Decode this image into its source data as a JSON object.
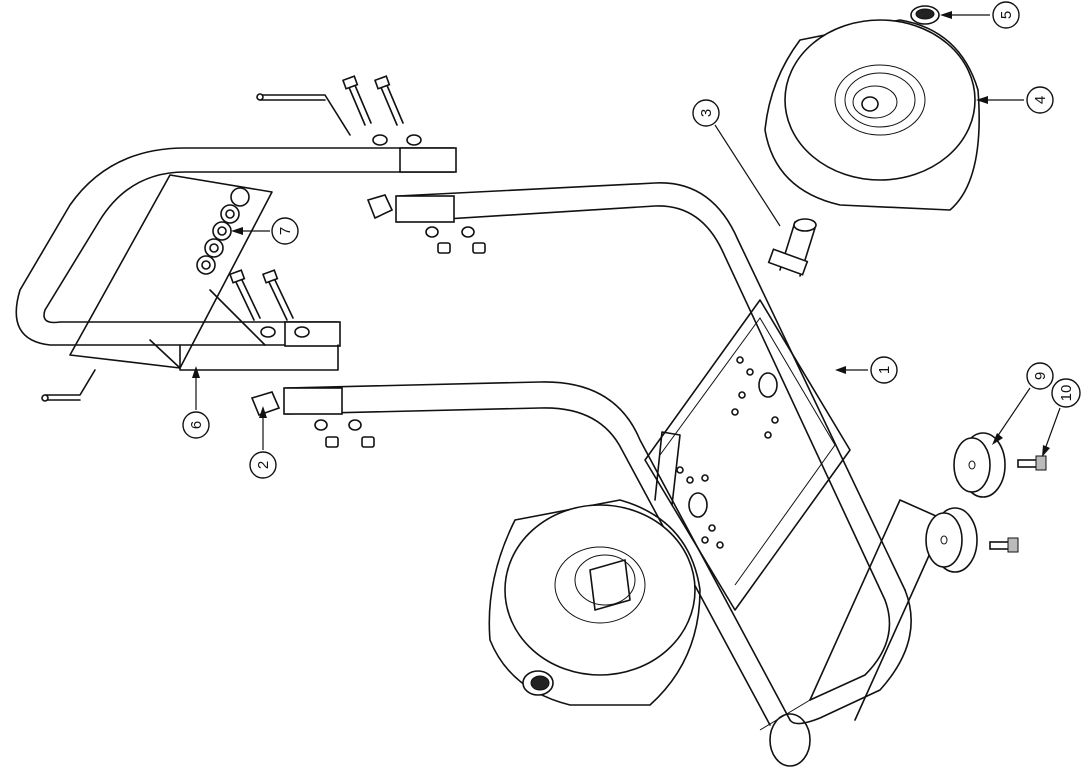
{
  "callouts": [
    {
      "label": "1",
      "part": "frame"
    },
    {
      "label": "2",
      "part": "tube-end-cap"
    },
    {
      "label": "3",
      "part": "axle"
    },
    {
      "label": "4",
      "part": "wheel"
    },
    {
      "label": "5",
      "part": "axle-cap"
    },
    {
      "label": "6",
      "part": "handle"
    },
    {
      "label": "7",
      "part": "hose-bracket"
    },
    {
      "label": "9",
      "part": "foot"
    },
    {
      "label": "10",
      "part": "foot-bolt"
    }
  ],
  "colors": {
    "line": "#111111",
    "background": "#ffffff"
  }
}
